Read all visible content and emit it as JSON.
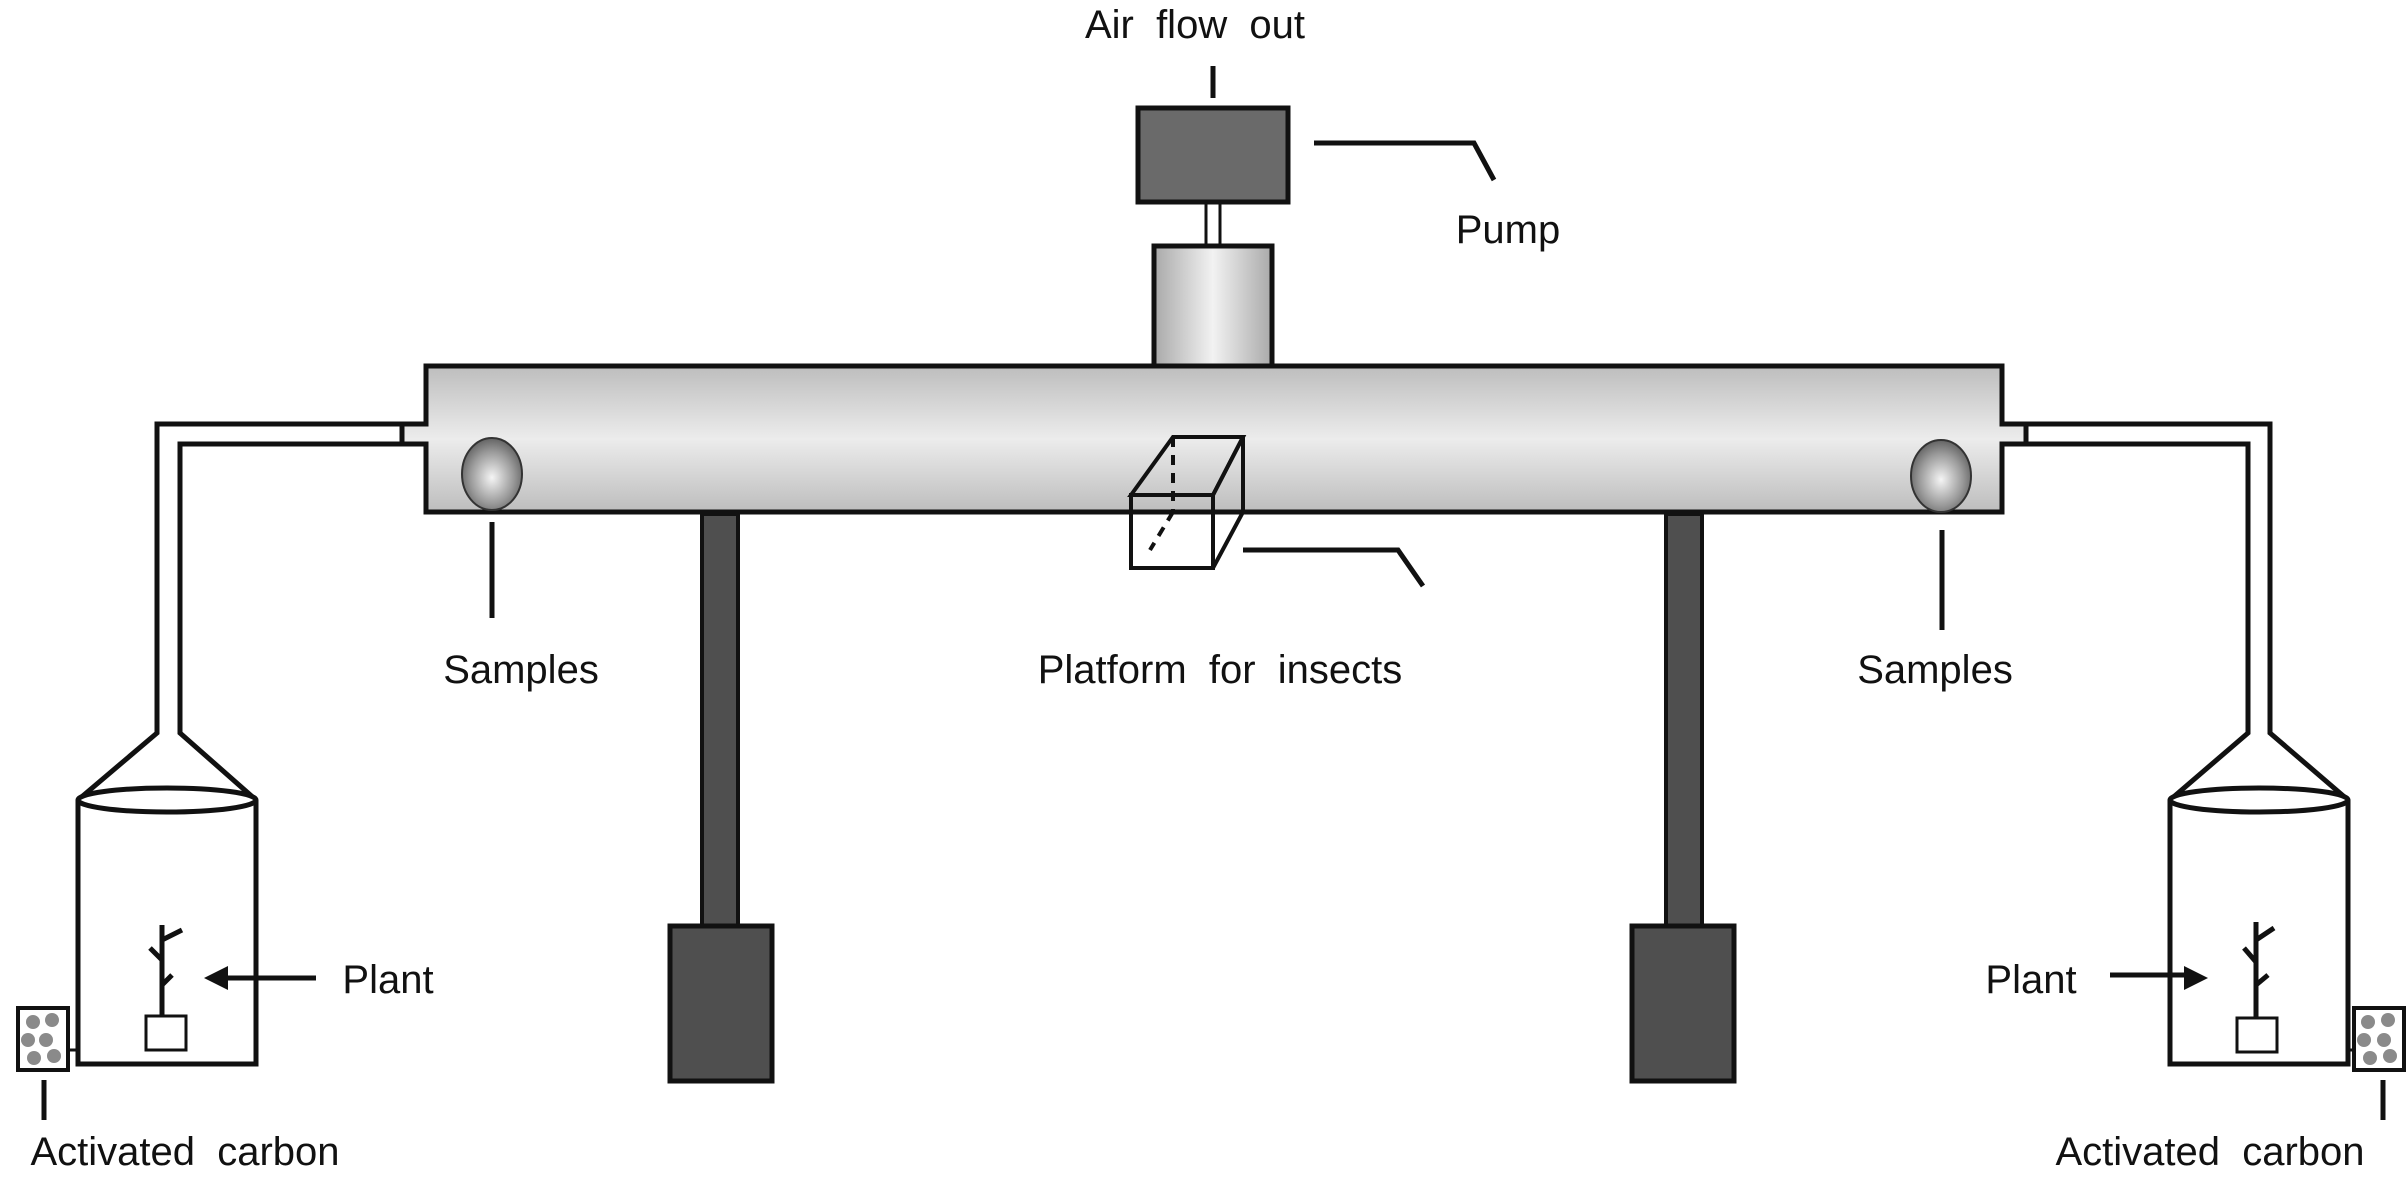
{
  "labels": {
    "air_flow_out": "Air  flow  out",
    "pump": "Pump",
    "samples_left": "Samples",
    "samples_right": "Samples",
    "platform": "Platform  for  insects",
    "plant_left": "Plant",
    "plant_right": "Plant",
    "carbon_left": "Activated  carbon",
    "carbon_right": "Activated  carbon"
  },
  "colors": {
    "tube_fill": "#d6d6d6",
    "pump_dark": "#6a6a6a",
    "leg_dark": "#4f4f4f",
    "outline": "#111111"
  }
}
